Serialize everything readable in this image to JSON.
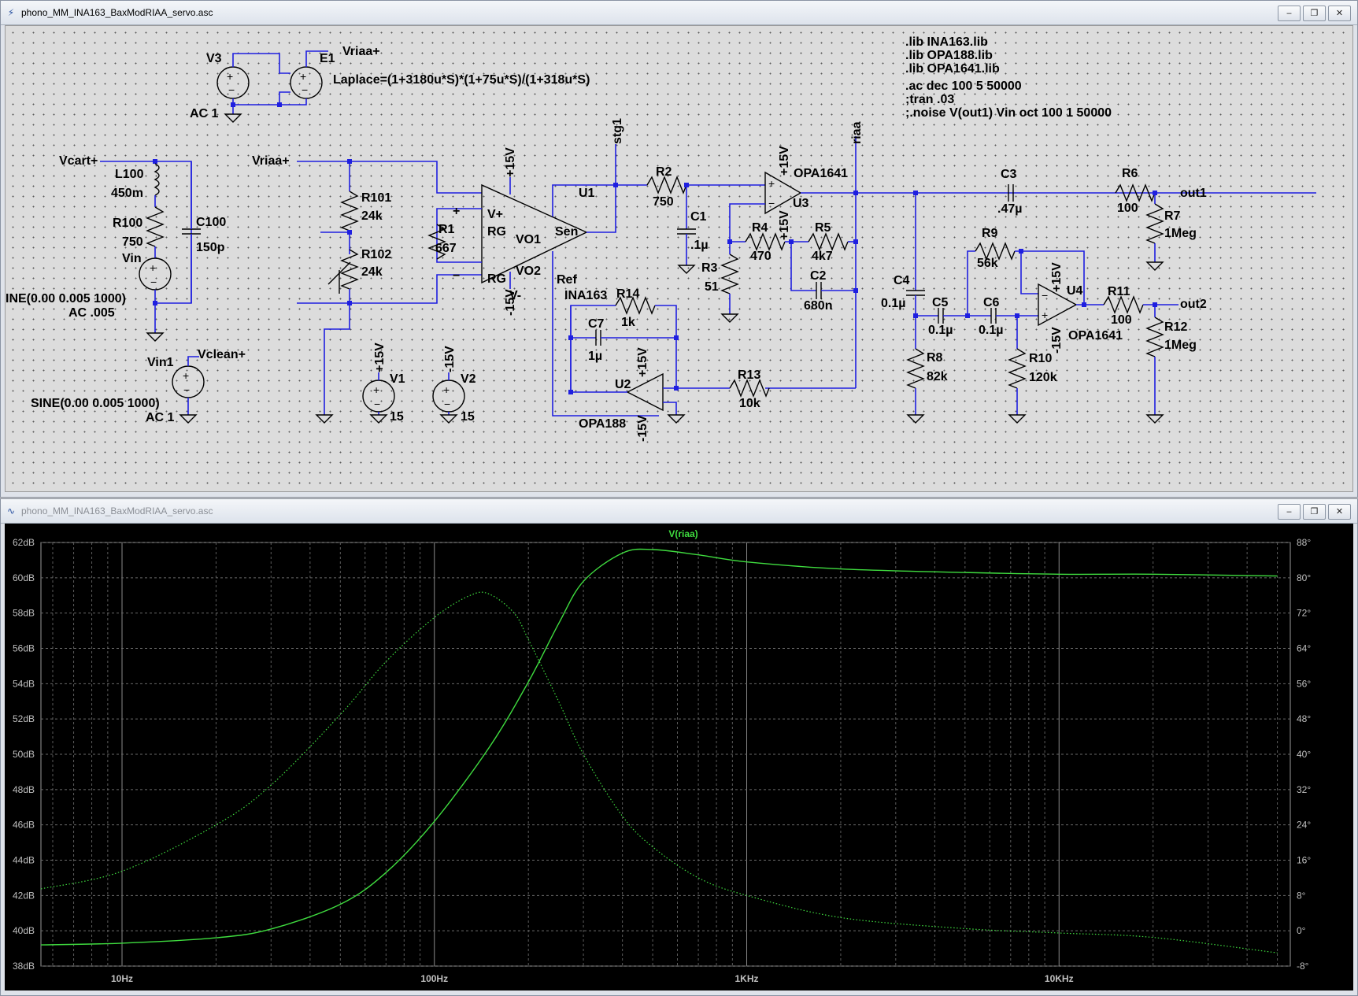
{
  "schematic_window": {
    "title": "phono_MM_INA163_BaxModRIAA_servo.asc",
    "buttons": [
      "‒",
      "❐",
      "✕"
    ]
  },
  "waveform_window": {
    "title": "phono_MM_INA163_BaxModRIAA_servo.asc",
    "buttons": [
      "‒",
      "❐",
      "✕"
    ]
  },
  "directives": [
    ".lib INA163.lib",
    ".lib OPA188.lib",
    ".lib OPA1641.lib",
    ".ac dec 100 5 50000",
    ";tran .03",
    ";.noise V(out1) Vin oct 100 1 50000"
  ],
  "labels": {
    "v3": "V3",
    "e1": "E1",
    "vriaa_top": "Vriaa+",
    "laplace": "Laplace=(1+3180u*S)*(1+75u*S)/(1+318u*S)",
    "ac1_a": "AC 1",
    "vcart": "Vcart+",
    "l100": "L100",
    "l100_val": "450m",
    "r100": "R100",
    "r100_val": "750",
    "vin": "Vin",
    "c100": "C100",
    "c100_val": "150p",
    "vin_src": "INE(0.00 0.005 1000)",
    "ac005": "AC .005",
    "vin1": "Vin1",
    "vclean": "Vclean+",
    "vin1_src": "SINE(0.00 0.005 1000)",
    "ac1_b": "AC 1",
    "vriaa_in": "Vriaa+",
    "r101": "R101",
    "r101_val": "24k",
    "r102": "R102",
    "r102_val": "24k",
    "r1": "R1",
    "r1_val": "667",
    "plus15_u1": "+15V",
    "minus15_u1": "-15V",
    "u1_vplus": "V+",
    "u1_rg1": "RG",
    "u1_rg2": "RG",
    "u1_vo1": "VO1",
    "u1_vo2": "VO2",
    "u1_vminus": "V-",
    "u1": "U1",
    "u1_sen": "Sen",
    "u1_ref": "Ref",
    "u1_part": "INA163",
    "u1_plus": "+",
    "u1_minus": "−",
    "stg1": "stg1",
    "r2": "R2",
    "r2_val": "750",
    "c1": "C1",
    "c1_val": ".1µ",
    "plus15_u3": "+15V",
    "minus15_u3": "+15V",
    "u3": "U3",
    "u3_part": "OPA1641",
    "riaa": "riaa",
    "r4": "R4",
    "r4_val": "470",
    "r5": "R5",
    "r5_val": "4k7",
    "r3": "R3",
    "r3_val": "51",
    "c2": "C2",
    "c2_val": "680n",
    "r14": "R14",
    "r14_val": "1k",
    "c7": "C7",
    "c7_val": "1µ",
    "plus15_u2": "+15V",
    "u2": "U2",
    "u2_part": "OPA188",
    "minus15_u2": "-15V",
    "r13": "R13",
    "r13_val": "10k",
    "v1": "V1",
    "v1_name": "+15V",
    "v1_val": "15",
    "v2": "V2",
    "v2_name": "-15V",
    "v2_val": "15",
    "c3": "C3",
    "c3_val": ".47µ",
    "r6": "R6",
    "r6_val": "100",
    "out1": "out1",
    "r7": "R7",
    "r7_val": "1Meg",
    "c4": "C4",
    "c4_val": "0.1µ",
    "c5": "C5",
    "c5_val": "0.1µ",
    "c6": "C6",
    "c6_val": "0.1µ",
    "r9": "R9",
    "r9_val": "56k",
    "plus15_u4": "+15V",
    "u4": "U4",
    "minus15_u4": "-15V",
    "u4_part": "OPA1641",
    "r8": "R8",
    "r8_val": "82k",
    "r10": "R10",
    "r10_val": "120k",
    "r11": "R11",
    "r11_val": "100",
    "out2": "out2",
    "r12": "R12",
    "r12_val": "1Meg"
  },
  "chart_data": {
    "type": "line",
    "title": "V(riaa)",
    "x_scale": "log",
    "xlim": [
      5.5,
      55000
    ],
    "x_ticks": [
      10,
      100,
      1000,
      10000
    ],
    "x_tick_labels": [
      "10Hz",
      "100Hz",
      "1KHz",
      "10KHz"
    ],
    "y_left_ticks": [
      "62dB",
      "60dB",
      "58dB",
      "56dB",
      "54dB",
      "52dB",
      "50dB",
      "48dB",
      "46dB",
      "44dB",
      "42dB",
      "40dB",
      "38dB"
    ],
    "y_left_range": [
      38,
      62
    ],
    "y_right_ticks": [
      "88°",
      "80°",
      "72°",
      "64°",
      "56°",
      "48°",
      "40°",
      "32°",
      "24°",
      "16°",
      "8°",
      "0°",
      "-8°"
    ],
    "y_right_range": [
      -8,
      88
    ],
    "grid": true,
    "line_color": "#3fdc3f",
    "series": [
      {
        "name": "V(riaa)",
        "quantity": "magnitude (dB)",
        "style": "solid",
        "x": [
          5.5,
          10,
          20,
          30,
          50,
          70,
          100,
          150,
          200,
          250,
          300,
          400,
          500,
          700,
          1000,
          2000,
          5000,
          10000,
          20000,
          50000
        ],
        "y": [
          39.2,
          39.3,
          39.6,
          40.1,
          41.5,
          43.3,
          46.2,
          50.4,
          54.1,
          57.4,
          59.8,
          61.4,
          61.6,
          61.3,
          60.9,
          60.5,
          60.3,
          60.2,
          60.2,
          60.1
        ]
      },
      {
        "name": "V(riaa)",
        "quantity": "phase (deg)",
        "style": "dotted",
        "x": [
          5.5,
          10,
          20,
          30,
          50,
          70,
          100,
          130,
          150,
          180,
          200,
          250,
          300,
          400,
          500,
          700,
          1000,
          2000,
          5000,
          10000,
          20000,
          50000
        ],
        "y": [
          9.5,
          13.5,
          24,
          33,
          49,
          61,
          71,
          76,
          76.3,
          72,
          66,
          52,
          40,
          26,
          19,
          12,
          8,
          3,
          0.5,
          -0.5,
          -1.5,
          -5
        ]
      }
    ]
  }
}
